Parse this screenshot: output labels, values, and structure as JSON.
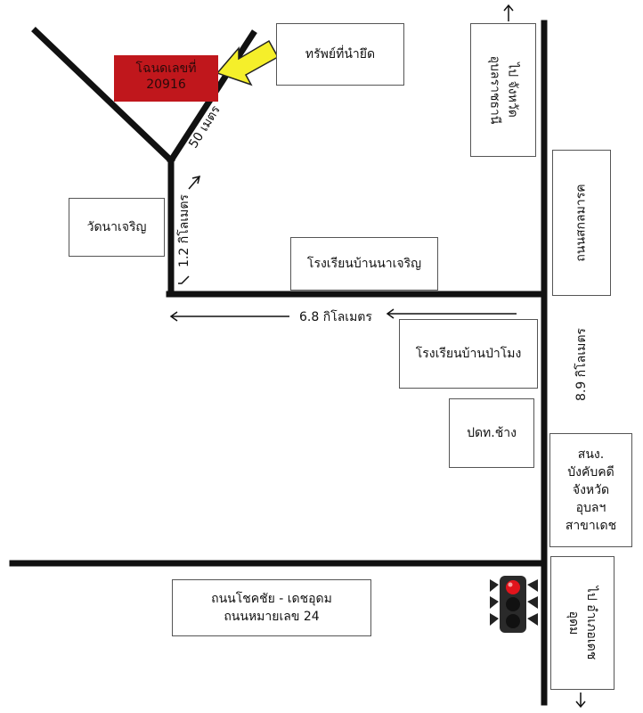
{
  "places": {
    "plot": [
      "โฉนดเลขที่",
      "20916"
    ],
    "asset": "ทรัพย์ที่นำยึด",
    "to_ubon": [
      "ไป จังหวัด",
      "อุบลราชธานี"
    ],
    "sakolmark_road": "ถนนสกลมารค",
    "wat_nacharoen": "วัดนาเจริญ",
    "school_nacharoen": "โรงเรียนบ้านนาเจริญ",
    "school_pamong": "โรงเรียนบ้านป่าโมง",
    "pdt_chang": "ปดท.ช้าง",
    "enforcement_office": [
      "สนง.",
      "บังคับคดี",
      "จังหวัด",
      "อุบลฯ",
      "สาขาเดช"
    ],
    "to_det_udom": [
      "ไป อำเภอเดช",
      "อุดม"
    ],
    "main_road": [
      "ถนนโชคชัย - เดชอุดม",
      "ถนนหมายเลข 24"
    ]
  },
  "distances": {
    "d_50m": "50 เมตร",
    "d_1_2km": "1.2 กิโลเมตร",
    "d_6_8km": "6.8 กิโลเมตร",
    "d_8_9km": "8.9 กิโลเมตร"
  },
  "colors": {
    "road": "#111111",
    "plot": "#c0171c",
    "pointer": "#f5ef2a",
    "light": "#e1141c"
  },
  "icons": {
    "pointer": "yellow-arrow-icon",
    "traffic_light": "traffic-light-icon"
  }
}
